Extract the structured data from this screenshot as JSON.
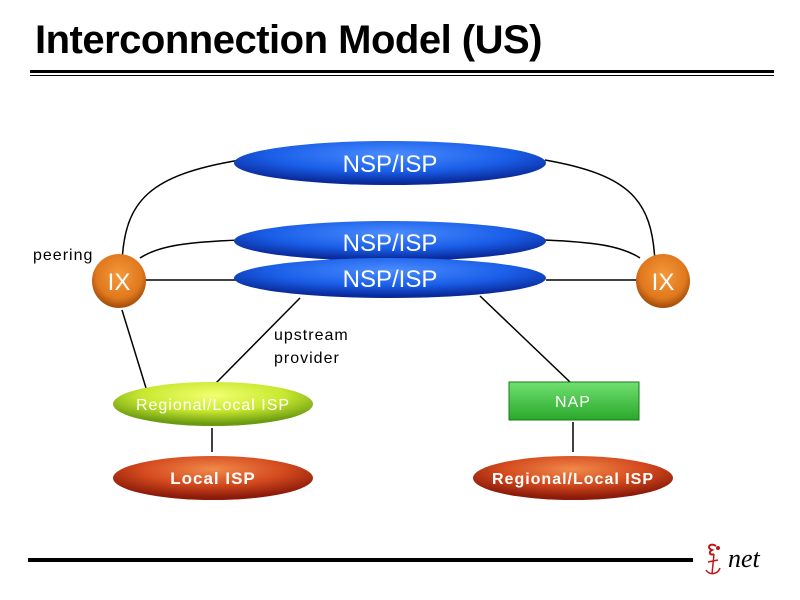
{
  "slide": {
    "title": "Interconnection Model (US)"
  },
  "nodes": {
    "nsp_top": "NSP/ISP",
    "nsp_mid": "NSP/ISP",
    "nsp_low": "NSP/ISP",
    "ix_left": "IX",
    "ix_right": "IX",
    "regional_left": "Regional/Local ISP",
    "local_isp": "Local ISP",
    "nap": "NAP",
    "regional_right": "Regional/Local ISP"
  },
  "labels": {
    "peering": "peering",
    "upstream_line1": "upstream",
    "upstream_line2": "provider"
  },
  "logo": {
    "text": "net"
  },
  "colors": {
    "nsp_blue": "#1a5ee8",
    "ix_orange": "#e0781e",
    "regional_green": "#c8e830",
    "local_red": "#d44a1e",
    "nap_green": "#44c844"
  }
}
